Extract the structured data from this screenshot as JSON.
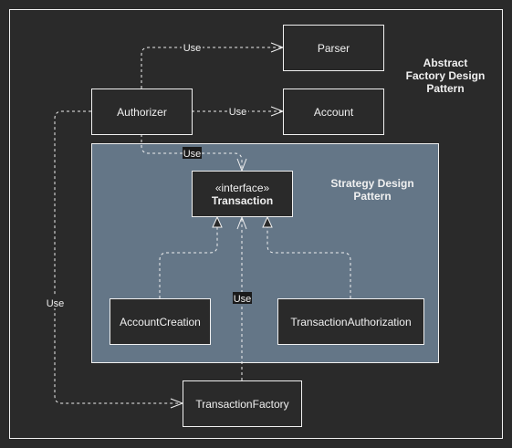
{
  "colors": {
    "background": "#2a2a2a",
    "line": "#f0f0f0",
    "box_fill": "#2a2a2a",
    "group_fill": "#647687",
    "text": "#f0f0f0",
    "label_bg": "#2a2a2a"
  },
  "nodes": {
    "parser": "Parser",
    "authorizer": "Authorizer",
    "account": "Account",
    "transaction_stereotype": "«interface»",
    "transaction_name": "Transaction",
    "account_creation": "AccountCreation",
    "transaction_authorization": "TransactionAuthorization",
    "transaction_factory": "TransactionFactory"
  },
  "notes": {
    "abstract_factory": [
      "Abstract",
      "Factory Design",
      "Pattern"
    ],
    "strategy": [
      "Strategy Design",
      "Pattern"
    ]
  },
  "edges": {
    "authorizer_parser": "Use",
    "authorizer_account": "Use",
    "authorizer_transaction": "Use",
    "authorizer_factory": "Use",
    "factory_transaction": "Use"
  }
}
